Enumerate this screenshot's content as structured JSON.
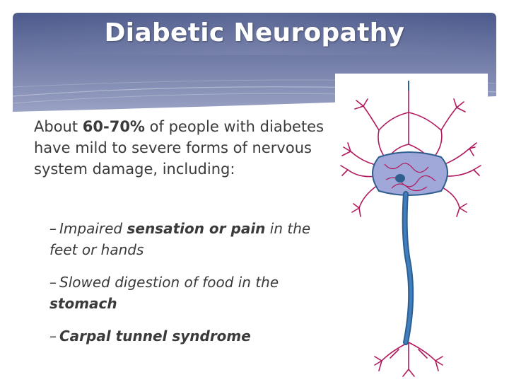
{
  "slide": {
    "title": "Diabetic Neuropathy",
    "intro": {
      "prefix": "About ",
      "highlight": "60-70%",
      "suffix": " of people with diabetes have mild to severe forms of nervous system damage, including:"
    },
    "bullets": [
      {
        "bold": "",
        "text_before": "Impaired ",
        "bold_text": "sensation or pain",
        "text_after": " in the feet or hands"
      },
      {
        "text_before": "Slowed digestion of food in the ",
        "bold_text": "stomach",
        "text_after": ""
      },
      {
        "text_before": "",
        "bold_text": "Carpal tunnel syndrome",
        "text_after": ""
      }
    ],
    "bullet_marker": "–"
  },
  "colors": {
    "header_top": "#4d5a8c",
    "header_bottom": "#8a93b8",
    "neuron_dendrite": "#b0195d",
    "neuron_axon": "#2f5f8f",
    "neuron_body": "#9fa8d8"
  },
  "icons": {
    "neuron_image": "neuron-illustration"
  }
}
